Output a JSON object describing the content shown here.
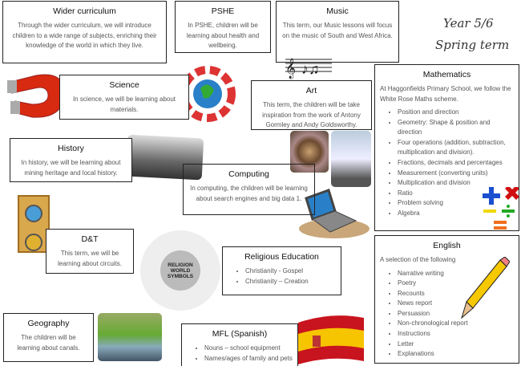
{
  "header": {
    "year": "Year 5/6",
    "term": "Spring term"
  },
  "wider": {
    "title": "Wider curriculum",
    "text": "Through the wider curriculum, we will introduce children to a wide range of subjects, enriching their knowledge of the world in which they live."
  },
  "pshe": {
    "title": "PSHE",
    "text": "In PSHE, children will be learning about health and wellbeing."
  },
  "music": {
    "title": "Music",
    "text": "This term, our Music lessons will focus on the music of South and West Africa."
  },
  "science": {
    "title": "Science",
    "text": "In science, we will be learning about materials."
  },
  "art": {
    "title": "Art",
    "text": "This term, the children will be take inspiration from the work of Antony Gormley and Andy Goldsworthy."
  },
  "history": {
    "title": "History",
    "text": "In history, we will be learning about mining heritage and local history."
  },
  "computing": {
    "title": "Computing",
    "text": "In computing, the children will be learning about search engines and big data 1."
  },
  "dt": {
    "title": "D&T",
    "text": "This term, we will be learning about circuits."
  },
  "re": {
    "title": "Religious Education",
    "items": [
      "Christianity - Gospel",
      "Christianity – Creation"
    ],
    "logo_text": "RELIGION WORLD SYMBOLS"
  },
  "geography": {
    "title": "Geography",
    "text": "The children will be learning about canals."
  },
  "mfl": {
    "title": "MFL (Spanish)",
    "items": [
      "Nouns – school equipment",
      "Names/ages of family and pets"
    ]
  },
  "maths": {
    "title": "Mathematics",
    "intro": "At Haggonfields Primary School, we follow the White Rose Maths scheme.",
    "items": [
      "Position and direction",
      "Geometry: Shape & position and direction",
      "Four operations (addition, subtraction, multiplication and division).",
      "Fractions, decimals and percentages",
      "Measurement (converting units)",
      "Multiplication and division",
      "Ratio",
      "Problem solving",
      "Algebra"
    ]
  },
  "english": {
    "title": "English",
    "intro": "A selection of the following",
    "items": [
      "Narrative writing",
      "Poetry",
      "Recounts",
      "News report",
      "Persuasion",
      "Non-chronological report",
      "Instructions",
      "Letter",
      "Explanations"
    ]
  }
}
